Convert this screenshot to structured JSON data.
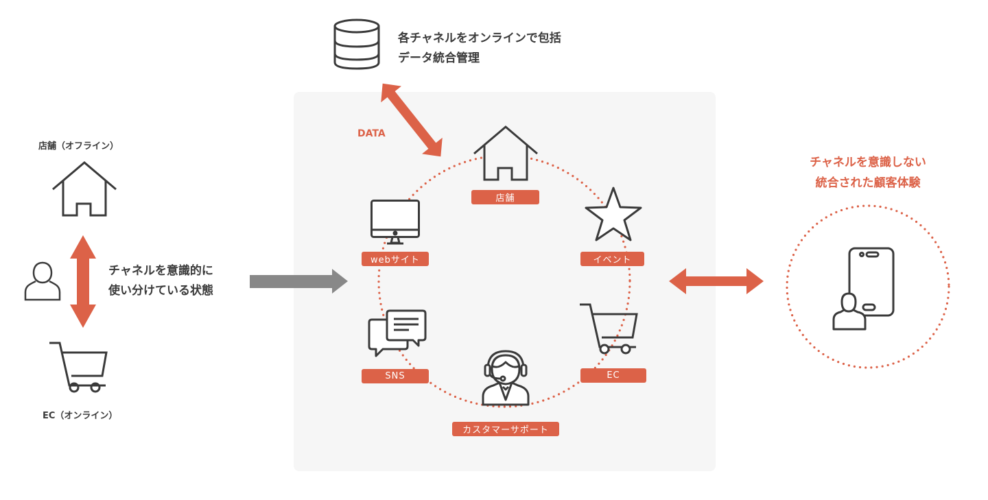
{
  "colors": {
    "accent": "#dc6248",
    "icon_stroke": "#3a3a3a",
    "panel_bg": "#f6f6f6",
    "flow_arrow": "#888888"
  },
  "database": {
    "icon": "database-icon",
    "caption_line1": "各チャネルをオンラインで包括",
    "caption_line2": "データ統合管理"
  },
  "data_arrow_label": "DATA",
  "left": {
    "store_label": "店舗（オフライン）",
    "store_icon": "store-icon",
    "person_icon": "person-icon",
    "ec_label": "EC（オンライン）",
    "ec_icon": "cart-icon",
    "caption_line1": "チャネルを意識的に",
    "caption_line2": "使い分けている状態"
  },
  "hub": {
    "channels": [
      {
        "id": "store",
        "label": "店舗",
        "icon": "store-icon"
      },
      {
        "id": "event",
        "label": "イベント",
        "icon": "star-icon"
      },
      {
        "id": "ec",
        "label": "EC",
        "icon": "cart-icon"
      },
      {
        "id": "support",
        "label": "カスタマーサポート",
        "icon": "headset-operator-icon"
      },
      {
        "id": "sns",
        "label": "SNS",
        "icon": "chat-bubbles-icon"
      },
      {
        "id": "web",
        "label": "webサイト",
        "icon": "monitor-icon"
      }
    ]
  },
  "right": {
    "caption_line1": "チャネルを意識しない",
    "caption_line2": "統合された顧客体験",
    "icon": "person-smartphone-icon"
  }
}
